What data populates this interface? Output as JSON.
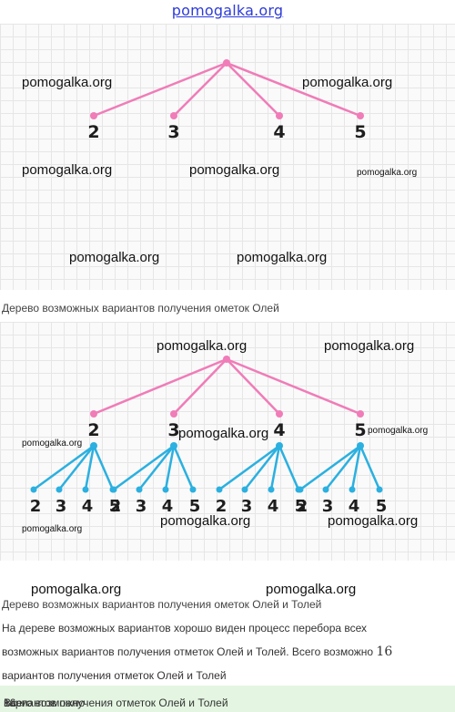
{
  "header": {
    "site": "pomogalka.org"
  },
  "watermark": "pomogalka.org",
  "colors": {
    "pink": "#f07cb8",
    "blue": "#2bb0e0",
    "link": "#2d3bd8",
    "answer_bg": "#e4f6e2"
  },
  "tree1": {
    "caption": "Дерево возможных вариантов получения ометок Олей",
    "branches": [
      "2",
      "3",
      "4",
      "5"
    ]
  },
  "tree2": {
    "caption": "Дерево возможных вариантов получения ометок Олей и Толей",
    "level1": [
      "2",
      "3",
      "4",
      "5"
    ],
    "level2": [
      [
        "2",
        "3",
        "4",
        "5"
      ],
      [
        "2",
        "3",
        "4",
        "5"
      ],
      [
        "2",
        "3",
        "4",
        "5"
      ],
      [
        "2",
        "3",
        "4",
        "5"
      ]
    ]
  },
  "text": {
    "line1": "На дереве возможных вариантов хорошо виден процесс перебора всех",
    "line2_pre": "возможных вариантов получения отметок Олей и Толей. Всего возможно ",
    "line2_num": "16",
    "line3": "вариантов получения отметок Олей и Толей",
    "answer_pre": "Всего возможно ",
    "answer_num": "16",
    "answer_post": " вариантов получения отметок Олей и Толей"
  }
}
